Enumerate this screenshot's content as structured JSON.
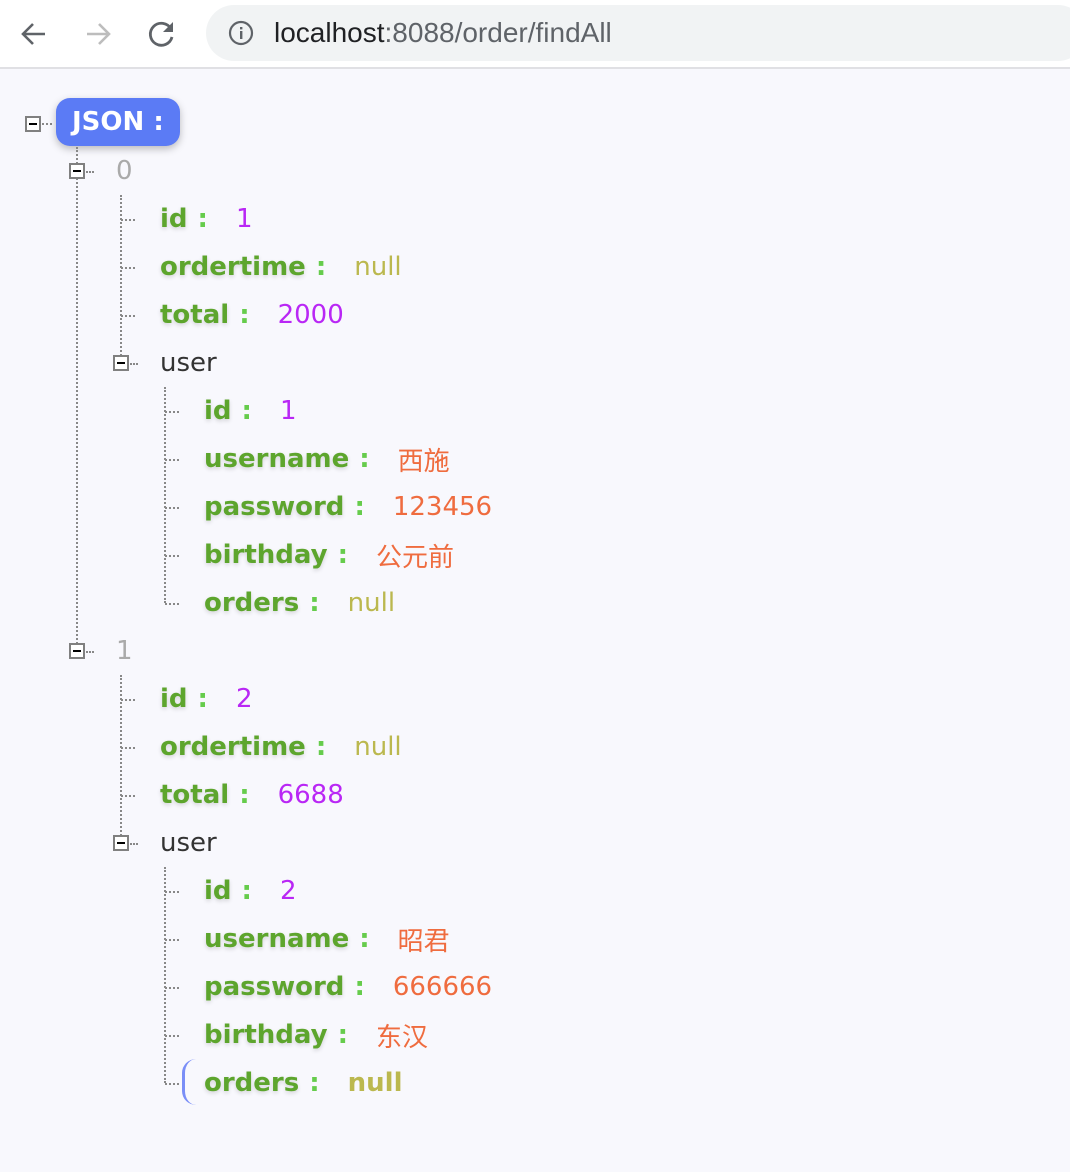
{
  "browser": {
    "url_host": "localhost",
    "url_path": ":8088/order/findAll",
    "back_icon": "arrow-left",
    "forward_icon": "arrow-right",
    "reload_icon": "reload",
    "info_icon": "info"
  },
  "root_label": "JSON :",
  "orders": [
    {
      "index": "0",
      "fields": [
        {
          "key": "id",
          "value": "1",
          "type": "num"
        },
        {
          "key": "ordertime",
          "value": "null",
          "type": "null"
        },
        {
          "key": "total",
          "value": "2000",
          "type": "num"
        }
      ],
      "user_key": "user",
      "user": [
        {
          "key": "id",
          "value": "1",
          "type": "num"
        },
        {
          "key": "username",
          "value": "西施",
          "type": "str"
        },
        {
          "key": "password",
          "value": "123456",
          "type": "str"
        },
        {
          "key": "birthday",
          "value": "公元前",
          "type": "str"
        },
        {
          "key": "orders",
          "value": "null",
          "type": "null"
        }
      ]
    },
    {
      "index": "1",
      "fields": [
        {
          "key": "id",
          "value": "2",
          "type": "num"
        },
        {
          "key": "ordertime",
          "value": "null",
          "type": "null"
        },
        {
          "key": "total",
          "value": "6688",
          "type": "num"
        }
      ],
      "user_key": "user",
      "user": [
        {
          "key": "id",
          "value": "2",
          "type": "num"
        },
        {
          "key": "username",
          "value": "昭君",
          "type": "str"
        },
        {
          "key": "password",
          "value": "666666",
          "type": "str"
        },
        {
          "key": "birthday",
          "value": "东汉",
          "type": "str"
        },
        {
          "key": "orders",
          "value": "null",
          "type": "null"
        }
      ]
    }
  ],
  "colon": ":",
  "colors": {
    "key": "#5da52d",
    "number": "#b927f5",
    "null": "#bbb84f",
    "string": "#ef6c3f",
    "root": "#5b7bf5"
  }
}
